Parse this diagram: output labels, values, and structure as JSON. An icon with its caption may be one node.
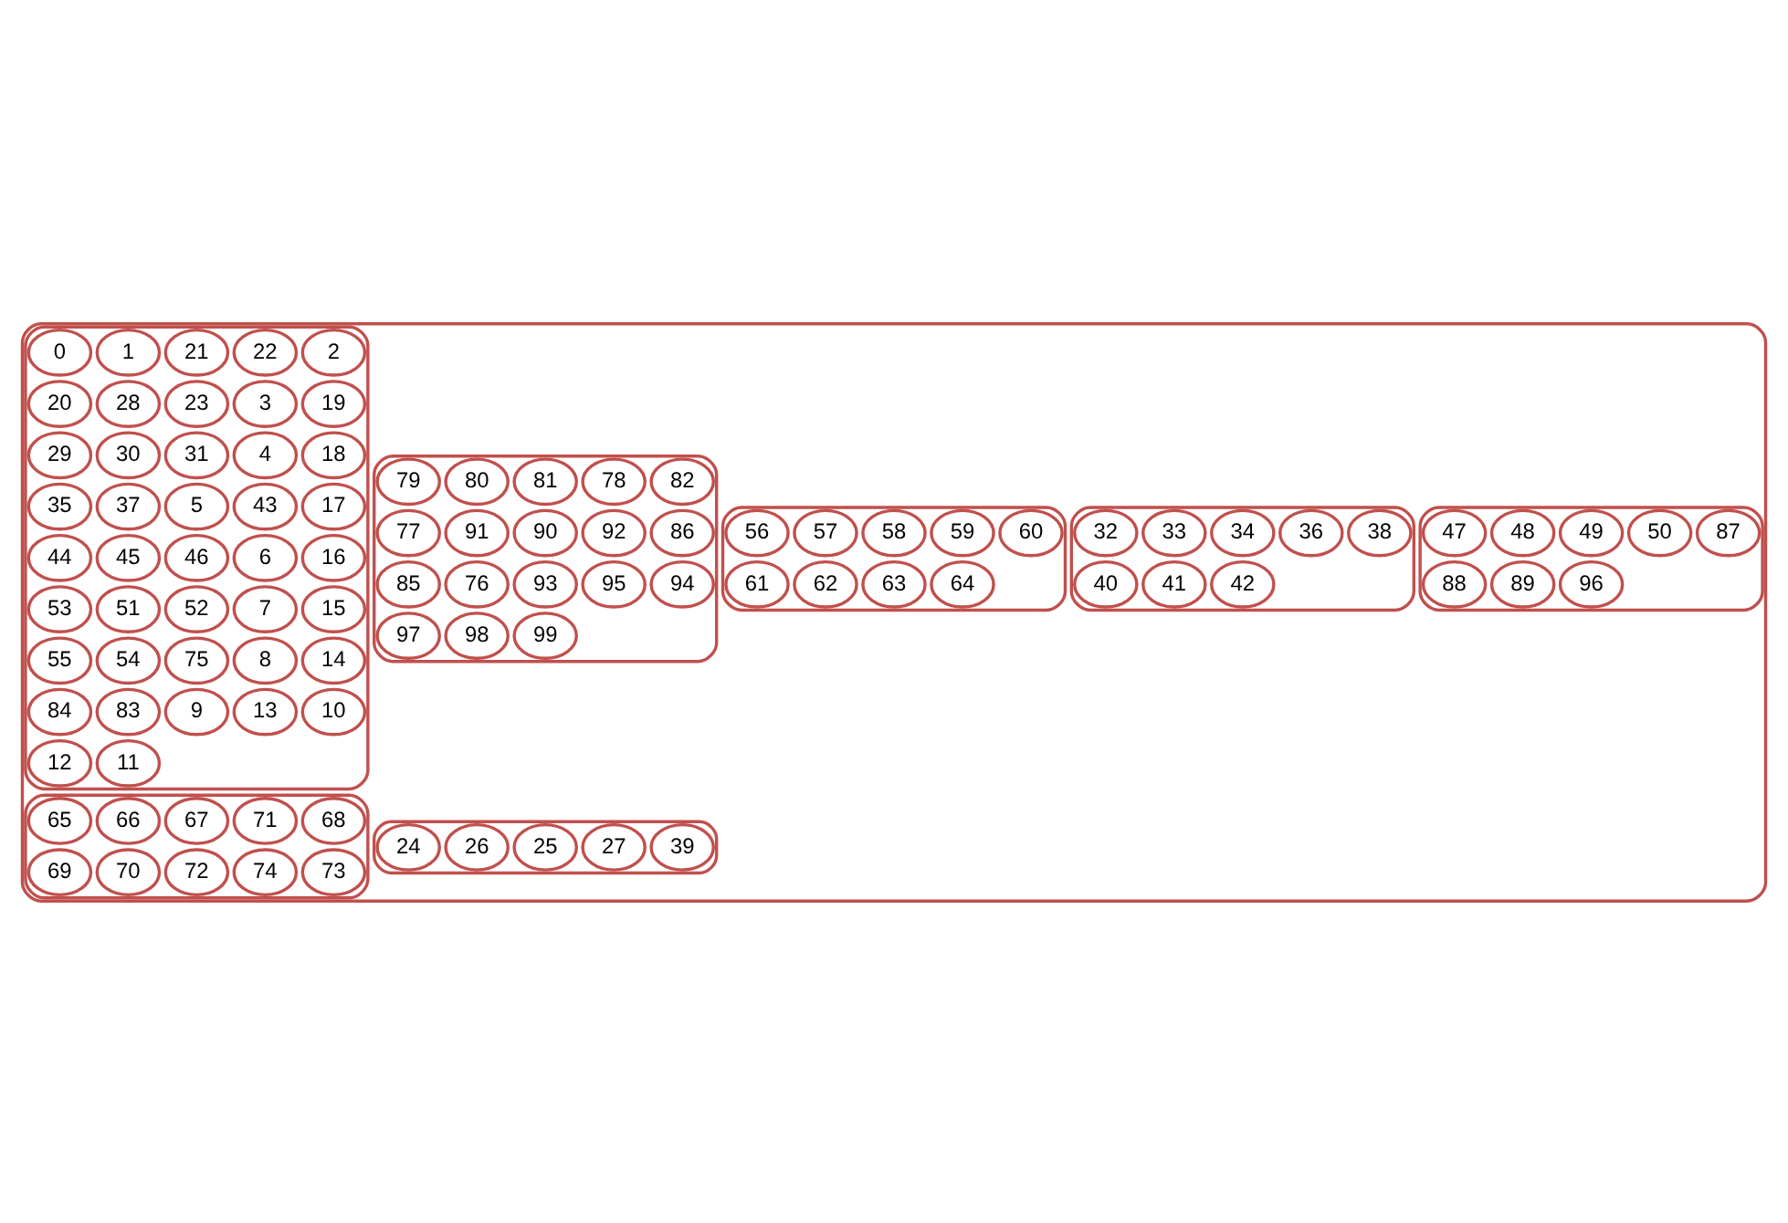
{
  "diagram": {
    "nodes": [
      {
        "text": [],
        "shape": "ellipse"
      },
      {
        "text": [],
        "shape": "ellipse",
        "in": 0
      },
      {
        "text": [
          "79"
        ],
        "in": 1
      },
      {
        "text": [
          "80"
        ],
        "in": 1
      },
      {
        "text": [
          "81"
        ],
        "in": 1
      },
      {
        "text": [
          "78"
        ],
        "in": 1
      },
      {
        "text": [
          "82"
        ],
        "in": 1
      },
      {
        "text": [
          "77"
        ],
        "in": 1
      },
      {
        "text": [
          "91"
        ],
        "in": 1
      },
      {
        "text": [
          "90"
        ],
        "in": 1
      },
      {
        "text": [
          "92"
        ],
        "in": 1
      },
      {
        "text": [
          "86"
        ],
        "in": 1
      },
      {
        "text": [
          "85"
        ],
        "in": 1
      },
      {
        "text": [
          "76"
        ],
        "in": 1
      },
      {
        "text": [
          "93"
        ],
        "in": 1
      },
      {
        "text": [
          "95"
        ],
        "in": 1
      },
      {
        "text": [
          "94"
        ],
        "in": 1
      },
      {
        "text": [
          "97"
        ],
        "in": 1
      },
      {
        "text": [
          "98"
        ],
        "in": 1
      },
      {
        "text": [
          "99"
        ],
        "in": 1
      },
      {
        "text": [],
        "shape": "ellipse",
        "in": 0
      },
      {
        "text": [
          "24"
        ],
        "in": 20
      },
      {
        "text": [
          "26"
        ],
        "in": 20
      },
      {
        "text": [
          "25"
        ],
        "in": 20
      },
      {
        "text": [
          "27"
        ],
        "in": 20
      },
      {
        "text": [
          "39"
        ],
        "in": 20
      },
      {
        "text": [],
        "shape": "ellipse",
        "in": 0
      },
      {
        "text": [
          "56"
        ],
        "in": 26
      },
      {
        "text": [
          "57"
        ],
        "in": 26
      },
      {
        "text": [
          "58"
        ],
        "in": 26
      },
      {
        "text": [
          "59"
        ],
        "in": 26
      },
      {
        "text": [
          "60"
        ],
        "in": 26
      },
      {
        "text": [
          "61"
        ],
        "in": 26
      },
      {
        "text": [
          "62"
        ],
        "in": 26
      },
      {
        "text": [
          "63"
        ],
        "in": 26
      },
      {
        "text": [
          "64"
        ],
        "in": 26
      },
      {
        "text": [],
        "shape": "ellipse",
        "in": 0
      },
      {
        "text": [
          "32"
        ],
        "in": 36
      },
      {
        "text": [
          "33"
        ],
        "in": 36
      },
      {
        "text": [
          "34"
        ],
        "in": 36
      },
      {
        "text": [
          "36"
        ],
        "in": 36
      },
      {
        "text": [
          "38"
        ],
        "in": 36
      },
      {
        "text": [
          "40"
        ],
        "in": 36
      },
      {
        "text": [
          "41"
        ],
        "in": 36
      },
      {
        "text": [
          "42"
        ],
        "in": 36
      },
      {
        "text": [],
        "shape": "ellipse",
        "in": 0
      },
      {
        "text": [
          "47"
        ],
        "in": 45
      },
      {
        "text": [
          "48"
        ],
        "in": 45
      },
      {
        "text": [
          "49"
        ],
        "in": 45
      },
      {
        "text": [
          "50"
        ],
        "in": 45
      },
      {
        "text": [
          "87"
        ],
        "in": 45
      },
      {
        "text": [
          "88"
        ],
        "in": 45
      },
      {
        "text": [
          "89"
        ],
        "in": 45
      },
      {
        "text": [
          "96"
        ],
        "in": 45
      },
      {
        "text": [],
        "shape": "ellipse",
        "in": 0
      },
      {
        "text": [
          "65"
        ],
        "in": 54
      },
      {
        "text": [
          "66"
        ],
        "in": 54
      },
      {
        "text": [
          "67"
        ],
        "in": 54
      },
      {
        "text": [
          "71"
        ],
        "in": 54
      },
      {
        "text": [
          "68"
        ],
        "in": 54
      },
      {
        "text": [
          "69"
        ],
        "in": 54
      },
      {
        "text": [
          "70"
        ],
        "in": 54
      },
      {
        "text": [
          "72"
        ],
        "in": 54
      },
      {
        "text": [
          "74"
        ],
        "in": 54
      },
      {
        "text": [
          "73"
        ],
        "in": 54
      },
      {
        "text": [],
        "shape": "ellipse",
        "in": 0
      },
      {
        "text": [
          "0"
        ],
        "in": 65
      },
      {
        "text": [
          "1"
        ],
        "in": 65
      },
      {
        "text": [
          "21"
        ],
        "in": 65
      },
      {
        "text": [
          "22"
        ],
        "in": 65
      },
      {
        "text": [
          "2"
        ],
        "in": 65
      },
      {
        "text": [
          "20"
        ],
        "in": 65
      },
      {
        "text": [
          "28"
        ],
        "in": 65
      },
      {
        "text": [
          "23"
        ],
        "in": 65
      },
      {
        "text": [
          "3"
        ],
        "in": 65
      },
      {
        "text": [
          "19"
        ],
        "in": 65
      },
      {
        "text": [
          "29"
        ],
        "in": 65
      },
      {
        "text": [
          "30"
        ],
        "in": 65
      },
      {
        "text": [
          "31"
        ],
        "in": 65
      },
      {
        "text": [
          "4"
        ],
        "in": 65
      },
      {
        "text": [
          "18"
        ],
        "in": 65
      },
      {
        "text": [
          "35"
        ],
        "in": 65
      },
      {
        "text": [
          "37"
        ],
        "in": 65
      },
      {
        "text": [
          "5"
        ],
        "in": 65
      },
      {
        "text": [
          "43"
        ],
        "in": 65
      },
      {
        "text": [
          "17"
        ],
        "in": 65
      },
      {
        "text": [
          "44"
        ],
        "in": 65
      },
      {
        "text": [
          "45"
        ],
        "in": 65
      },
      {
        "text": [
          "46"
        ],
        "in": 65
      },
      {
        "text": [
          "6"
        ],
        "in": 65
      },
      {
        "text": [
          "16"
        ],
        "in": 65
      },
      {
        "text": [
          "53"
        ],
        "in": 65
      },
      {
        "text": [
          "51"
        ],
        "in": 65
      },
      {
        "text": [
          "52"
        ],
        "in": 65
      },
      {
        "text": [
          "7"
        ],
        "in": 65
      },
      {
        "text": [
          "15"
        ],
        "in": 65
      },
      {
        "text": [
          "55"
        ],
        "in": 65
      },
      {
        "text": [
          "54"
        ],
        "in": 65
      },
      {
        "text": [
          "75"
        ],
        "in": 65
      },
      {
        "text": [
          "8"
        ],
        "in": 65
      },
      {
        "text": [
          "14"
        ],
        "in": 65
      },
      {
        "text": [
          "84"
        ],
        "in": 65
      },
      {
        "text": [
          "83"
        ],
        "in": 65
      },
      {
        "text": [
          "9"
        ],
        "in": 65
      },
      {
        "text": [
          "13"
        ],
        "in": 65
      },
      {
        "text": [
          "10"
        ],
        "in": 65
      },
      {
        "text": [
          "12"
        ],
        "in": 65
      },
      {
        "text": [
          "11"
        ],
        "in": 65
      }
    ],
    "edges": []
  }
}
